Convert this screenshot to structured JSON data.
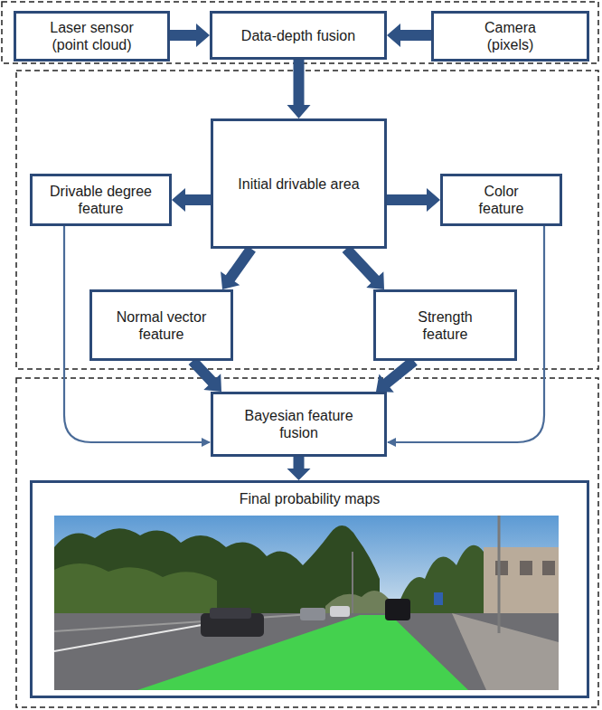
{
  "diagram": {
    "nodes": [
      {
        "text": [
          "Laser sensor (point cloud)"
        ]
      },
      {
        "text": [
          "Data-depth fusion"
        ]
      },
      {
        "text": [
          "Camera (pixels)"
        ]
      },
      {
        "text": [
          "Drivable degree feature"
        ]
      },
      {
        "text": [
          "Initial drivable area"
        ]
      },
      {
        "text": [
          "Color feature"
        ]
      },
      {
        "text": [
          "Normal vector feature"
        ]
      },
      {
        "text": [
          "Strength feature"
        ]
      },
      {
        "text": [
          "Bayesian feature fusion"
        ]
      },
      {
        "text": [
          "Final probability maps"
        ]
      }
    ],
    "edges": [
      {
        "from": 0,
        "to": 1,
        "arrow": "to"
      },
      {
        "from": 2,
        "to": 1,
        "arrow": "to"
      },
      {
        "from": 1,
        "to": 4,
        "arrow": "to"
      },
      {
        "from": 4,
        "to": 3,
        "arrow": "to"
      },
      {
        "from": 4,
        "to": 5,
        "arrow": "to"
      },
      {
        "from": 4,
        "to": 6,
        "arrow": "to"
      },
      {
        "from": 4,
        "to": 7,
        "arrow": "to"
      },
      {
        "from": 8,
        "to": 9,
        "arrow": "to"
      },
      {
        "from": 3,
        "to": 8,
        "arrow": "to"
      },
      {
        "from": 6,
        "to": 8,
        "arrow": "to"
      },
      {
        "from": 7,
        "to": 8,
        "arrow": "to"
      },
      {
        "from": 5,
        "to": 8,
        "arrow": "to"
      }
    ]
  }
}
